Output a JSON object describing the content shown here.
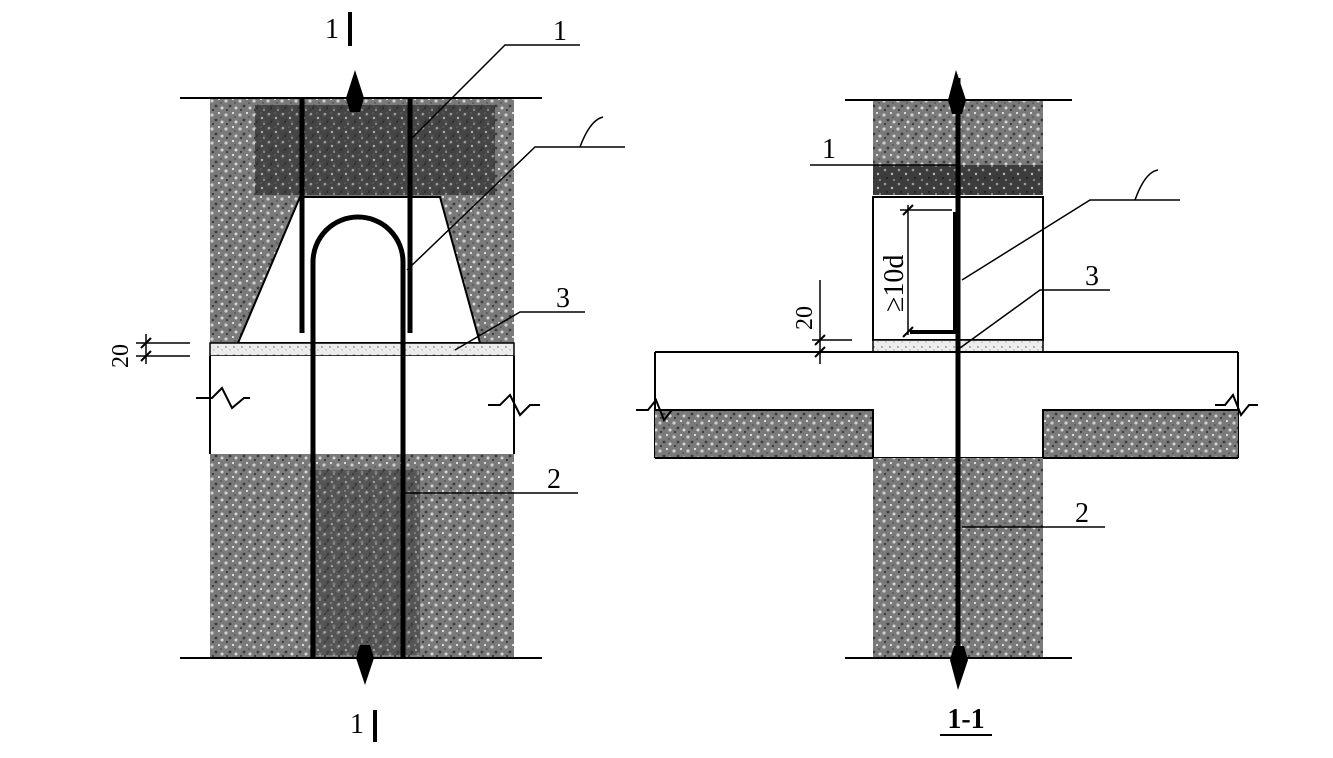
{
  "left_view": {
    "section_mark_top": "1",
    "section_mark_bottom": "1",
    "dimension": "20",
    "callouts": [
      "1",
      "3",
      "2"
    ]
  },
  "right_view": {
    "caption": "1-1",
    "dimension": "20",
    "anchorage_note": "≥10d",
    "callouts": [
      "1",
      "3",
      "2"
    ]
  }
}
